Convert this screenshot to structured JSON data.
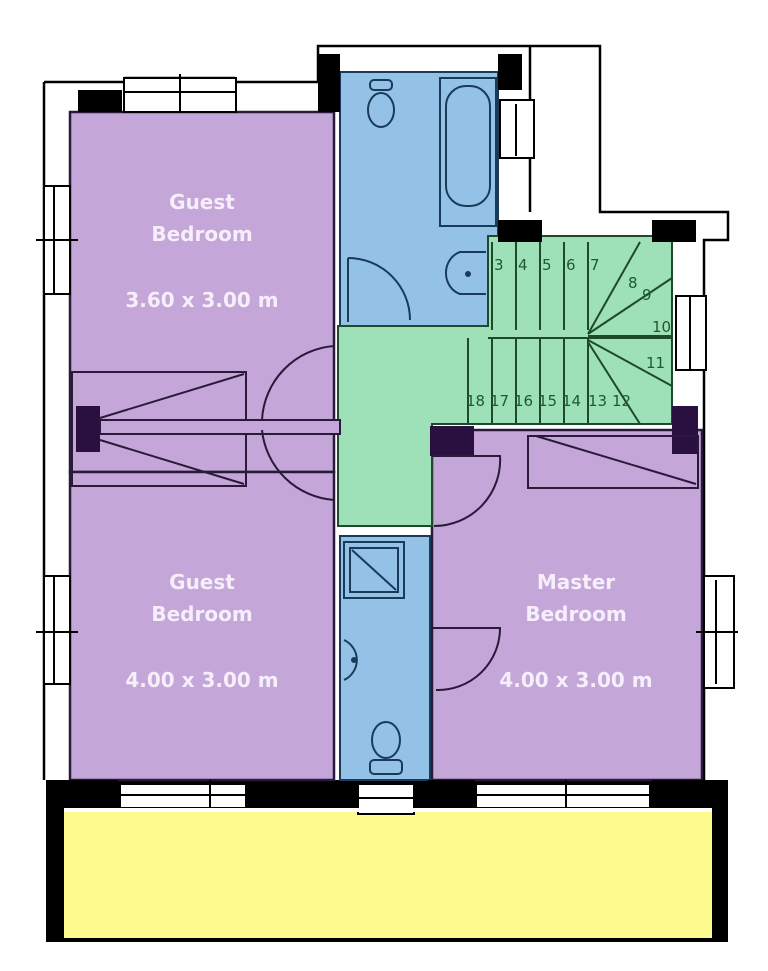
{
  "colors": {
    "bedroom": "#c4a6d9",
    "bathroom": "#93c2e6",
    "landing": "#9ee0b8",
    "balcony": "#fdfb8e",
    "wall": "#000000",
    "line": "#2a1a3a"
  },
  "rooms": [
    {
      "name": "Guest Bedroom",
      "line1": "Guest",
      "line2": "Bedroom",
      "size": "3.60 x 3.00 m"
    },
    {
      "name": "Guest Bedroom",
      "line1": "Guest",
      "line2": "Bedroom",
      "size": "4.00 x 3.00 m"
    },
    {
      "name": "Master Bedroom",
      "line1": "Master",
      "line2": "Bedroom",
      "size": "4.00 x 3.00 m"
    }
  ],
  "fixtures": {
    "bathroom_main": [
      "toilet",
      "bathtub",
      "washbasin"
    ],
    "ensuite": [
      "shower",
      "washbasin",
      "toilet"
    ]
  },
  "stairs": {
    "upper_steps": [
      "3",
      "4",
      "5",
      "6",
      "7",
      "8",
      "9",
      "10",
      "11",
      "12"
    ],
    "lower_steps": [
      "18",
      "17",
      "16",
      "15",
      "14",
      "13",
      "12"
    ],
    "labels": {
      "s3": "3",
      "s4": "4",
      "s5": "5",
      "s6": "6",
      "s7": "7",
      "s8": "8",
      "s9": "9",
      "s10": "10",
      "s11": "11",
      "s12": "12",
      "s13": "13",
      "s14": "14",
      "s15": "15",
      "s16": "16",
      "s17": "17",
      "s18": "18"
    }
  }
}
